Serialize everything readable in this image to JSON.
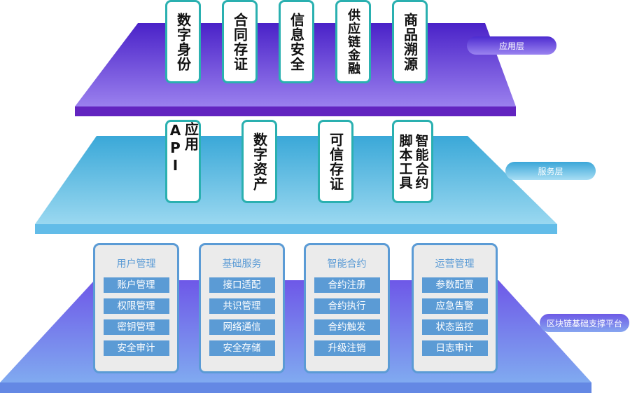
{
  "layers": {
    "application": {
      "label": "应用层",
      "cards": [
        "数字身份",
        "合同存证",
        "信息安全",
        "供应链金融",
        "商品溯源"
      ]
    },
    "service": {
      "label": "服务层",
      "cards": [
        {
          "columns": [
            "应用API"
          ]
        },
        {
          "columns": [
            "数字资产"
          ]
        },
        {
          "columns": [
            "可信存证"
          ]
        },
        {
          "columns": [
            "智能合约",
            "脚本工具"
          ]
        }
      ]
    },
    "platform": {
      "label": "区块链基础支撑平台",
      "panels": [
        {
          "title": "用户管理",
          "items": [
            "账户管理",
            "权限管理",
            "密钥管理",
            "安全审计"
          ]
        },
        {
          "title": "基础服务",
          "items": [
            "接口适配",
            "共识管理",
            "网络通信",
            "安全存储"
          ]
        },
        {
          "title": "智能合约",
          "items": [
            "合约注册",
            "合约执行",
            "合约触发",
            "升级注销"
          ]
        },
        {
          "title": "运营管理",
          "items": [
            "参数配置",
            "应急告警",
            "状态监控",
            "日志审计"
          ]
        }
      ]
    }
  },
  "colors": {
    "application_top": "#4a22c8",
    "application_bottom": "#9a80ee",
    "application_edge": "#6224c0",
    "service_top": "#3aa8d8",
    "service_bottom": "#9ad8f0",
    "service_edge": "#62bce8",
    "platform_top": "#7060e8",
    "platform_bottom": "#80a8f0",
    "platform_edge": "#6488e4",
    "card_border": "#2ab0b0",
    "panel_accent": "#5b9bd5"
  }
}
